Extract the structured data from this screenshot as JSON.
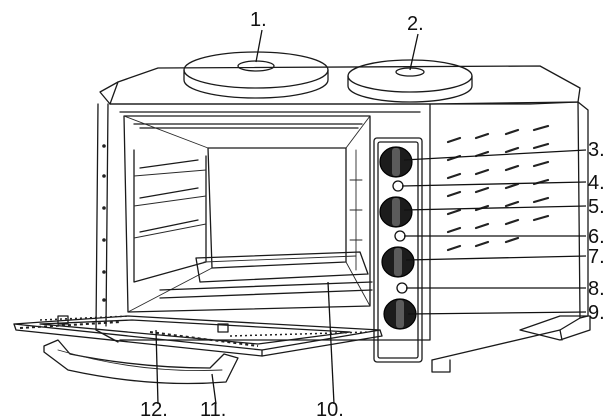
{
  "diagram": {
    "callouts": [
      {
        "id": "1",
        "text": "1."
      },
      {
        "id": "2",
        "text": "2."
      },
      {
        "id": "3",
        "text": "3."
      },
      {
        "id": "4",
        "text": "4."
      },
      {
        "id": "5",
        "text": "5."
      },
      {
        "id": "6",
        "text": "6."
      },
      {
        "id": "7",
        "text": "7."
      },
      {
        "id": "8",
        "text": "8."
      },
      {
        "id": "9",
        "text": "9."
      },
      {
        "id": "10",
        "text": "10."
      },
      {
        "id": "11",
        "text": "11."
      },
      {
        "id": "12",
        "text": "12."
      }
    ]
  }
}
